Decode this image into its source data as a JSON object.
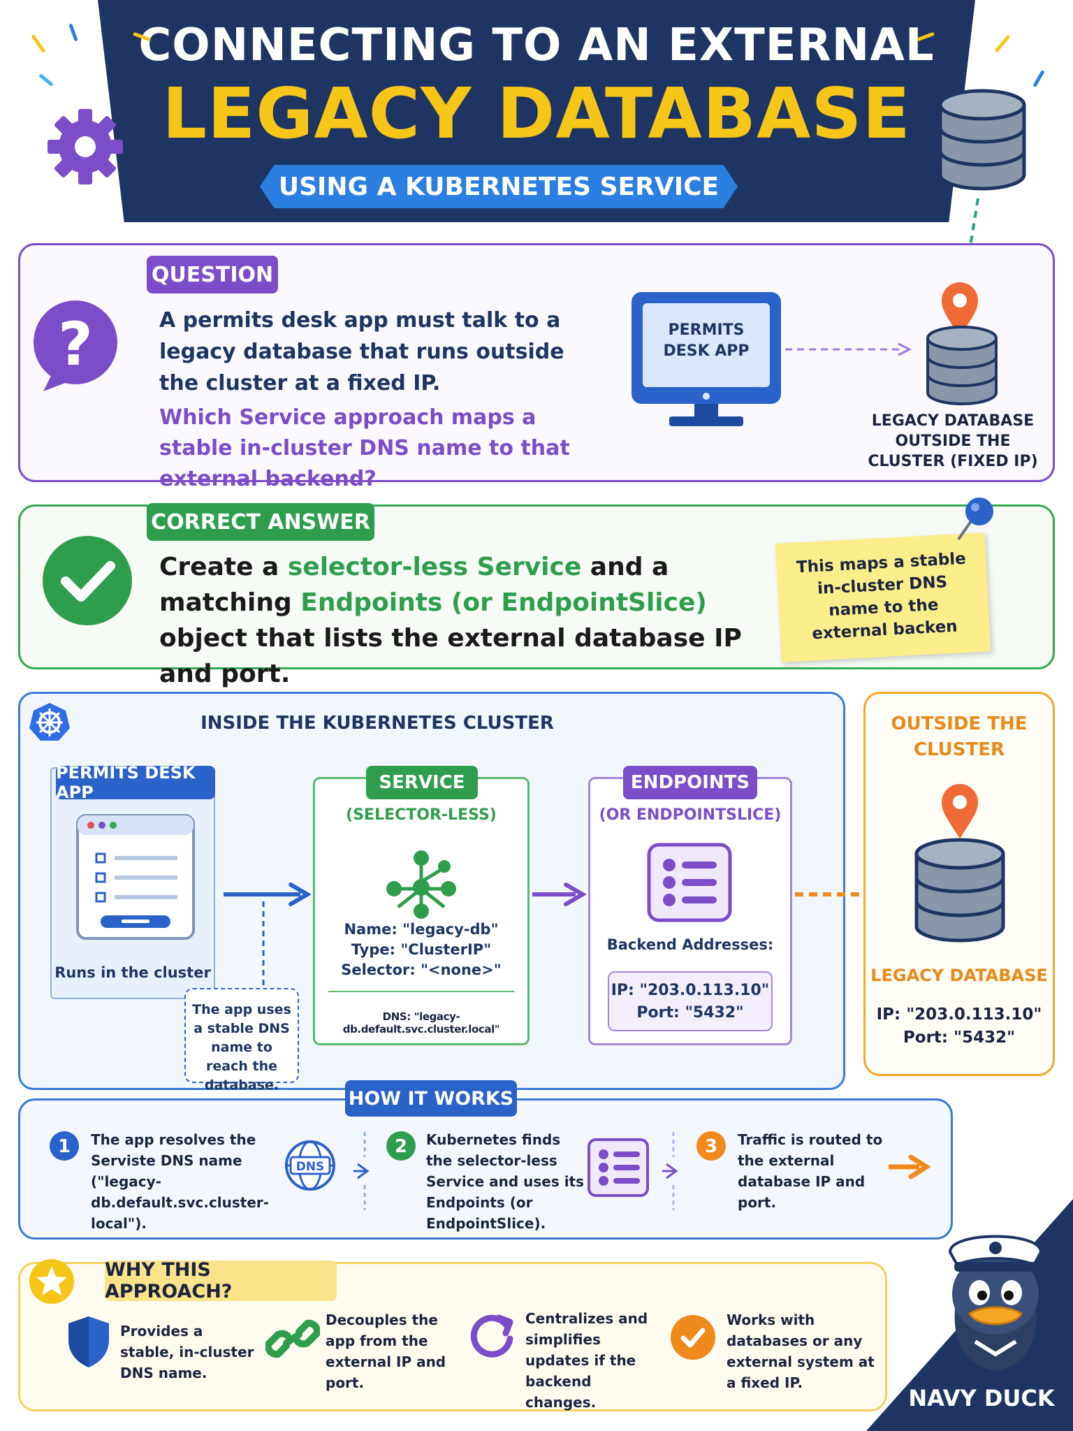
{
  "header": {
    "line1": "CONNECTING TO AN EXTERNAL",
    "line2": "LEGACY DATABASE",
    "subtitle": "USING A KUBERNETES SERVICE"
  },
  "question": {
    "tag": "QUESTION",
    "text": "A permits desk app must talk to a legacy database that runs outside the cluster at a fixed IP.",
    "ask": "Which Service approach maps a stable in-cluster DNS name to that external backend?",
    "monitor_label": "PERMITS DESK APP",
    "db_label": "LEGACY DATABASE OUTSIDE THE CLUSTER (FIXED IP)"
  },
  "answer": {
    "tag": "CORRECT ANSWER",
    "part1": "Create a ",
    "highlight1": "selector-less Service",
    "part2": " and a matching ",
    "highlight2": "Endpoints (or EndpointSlice)",
    "part3": " object that lists the external database IP and port.",
    "note": "This maps a stable in-cluster DNS name to the external backen"
  },
  "cluster": {
    "title": "INSIDE THE KUBERNETES CLUSTER",
    "app_tag": "PERMITS DESK APP",
    "app_caption": "Runs in the cluster",
    "dns_note": "The app uses a stable DNS name to reach the database.",
    "service_tag": "SERVICE",
    "service_sub": "(SELECTOR-LESS)",
    "service_name": "Name: \"legacy-db\"",
    "service_type": "Type: \"ClusterIP\"",
    "service_selector": "Selector: \"<none>\"",
    "service_dns": "DNS: \"legacy-db.default.svc.cluster.local\"",
    "endpoints_tag": "ENDPOINTS",
    "endpoints_sub": "(OR ENDPOINTSLICE)",
    "backend_label": "Backend Addresses:",
    "backend_ip": "IP: \"203.0.113.10\"",
    "backend_port": "Port: \"5432\""
  },
  "outside": {
    "title": "OUTSIDE THE CLUSTER",
    "db_label": "LEGACY DATABASE",
    "ip": "IP: \"203.0.113.10\"",
    "port": "Port: \"5432\""
  },
  "how": {
    "tag": "HOW IT WORKS",
    "dns_text": "DNS",
    "steps": [
      {
        "num": "1",
        "text": "The app resolves the Serviste DNS name (\"legacy-db.default.svc.cluster-local\")."
      },
      {
        "num": "2",
        "text": "Kubernetes finds the selector-less Service and uses its Endpoints (or EndpointSlice)."
      },
      {
        "num": "3",
        "text": "Traffic is routed to the external database IP and port."
      }
    ]
  },
  "why": {
    "tag": "WHY THIS APPROACH?",
    "items": [
      {
        "text": "Provides a stable, in-cluster DNS name."
      },
      {
        "text": "Decouples the app from the external IP and port."
      },
      {
        "text": "Centralizes and simplifies updates if the backend changes."
      },
      {
        "text": "Works with databases or any external system at a fixed IP."
      }
    ]
  },
  "mascot": {
    "label": "NAVY DUCK"
  },
  "colors": {
    "navy": "#1e3563",
    "yellow": "#f5c518",
    "blue": "#2a7fe0",
    "purple": "#7b4dc8",
    "green": "#35a853",
    "orange": "#f08a1c"
  }
}
